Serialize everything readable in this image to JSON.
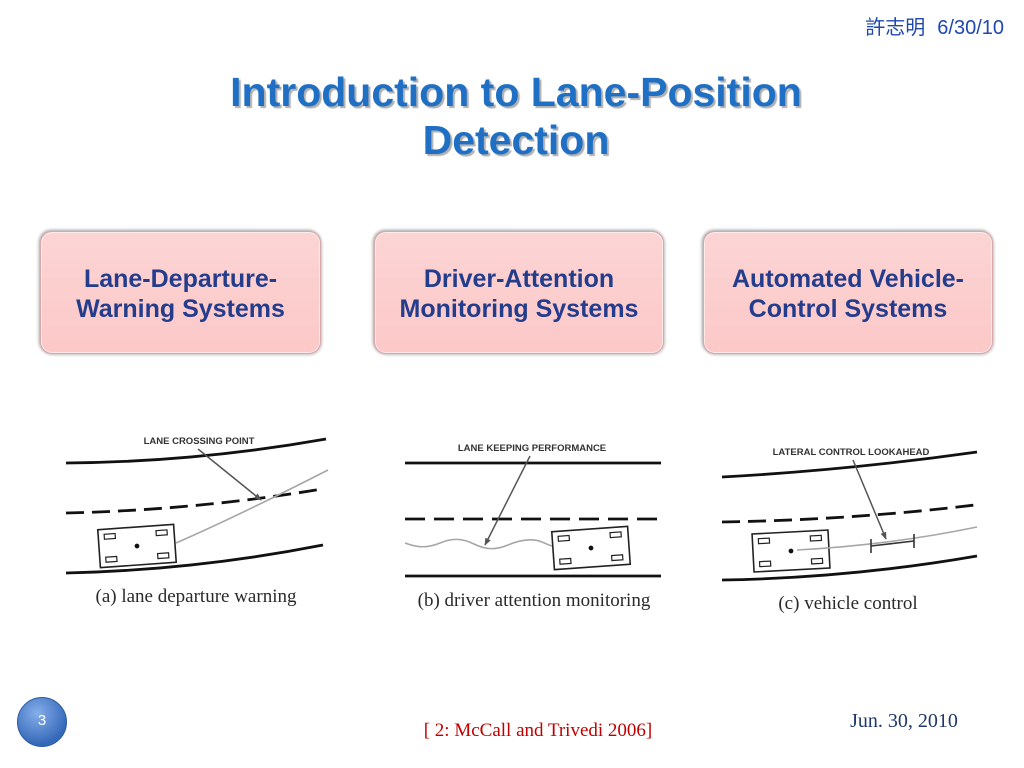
{
  "header": {
    "author": "許志明",
    "date": "6/30/10"
  },
  "title": {
    "lines": [
      "Introduction to Lane-Position",
      "Detection"
    ]
  },
  "boxes": [
    {
      "lines": [
        "Lane-Departure-",
        "Warning Systems"
      ]
    },
    {
      "lines": [
        "Driver-Attention",
        "Monitoring Systems"
      ]
    },
    {
      "lines": [
        "Automated Vehicle-",
        "Control Systems"
      ]
    }
  ],
  "figures": [
    {
      "label": "LANE CROSSING POINT",
      "caption": "(a) lane departure warning"
    },
    {
      "label": "LANE KEEPING PERFORMANCE",
      "caption": "(b) driver attention monitoring"
    },
    {
      "label": "LATERAL CONTROL LOOKAHEAD",
      "caption": "(c) vehicle control"
    }
  ],
  "footer": {
    "slide_number": "3",
    "citation": "[ 2: McCall and Trivedi 2006]",
    "date": "Jun. 30, 2010"
  },
  "colors": {
    "title": "#1f70c4",
    "header": "#1f48b0",
    "box_fill": "#fcc8c8",
    "box_text": "#233c8c",
    "citation": "#c00000",
    "footer_date": "#1f376e",
    "slide_number_badge": "#3468b8"
  }
}
